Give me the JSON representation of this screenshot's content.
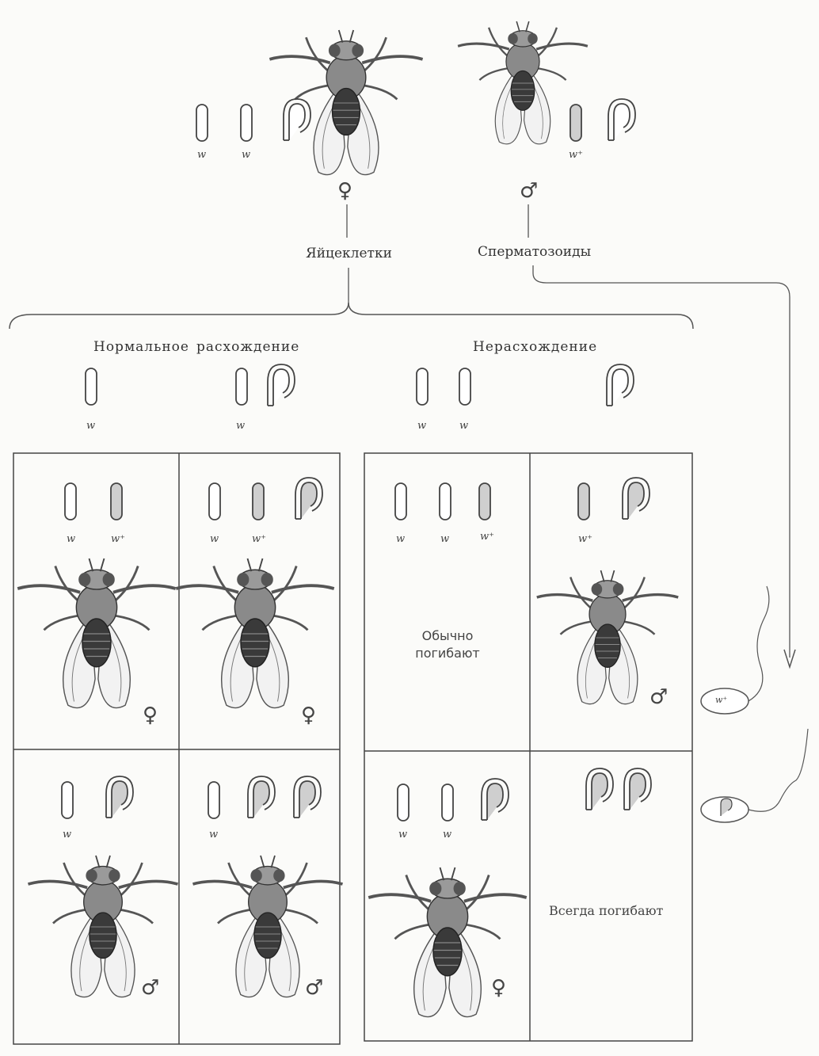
{
  "labels": {
    "eggs": "Яйцеклетки",
    "sperm": "Сперматозоиды",
    "normal_word1": "Нормальное",
    "normal_word2": "расхождение",
    "nondisjunction": "Нерасхождение",
    "usually_die_1": "Обычно",
    "usually_die_2": "погибают",
    "always_die": "Всегда погибают"
  },
  "symbols": {
    "female": "♀",
    "male": "♂",
    "w": "w",
    "w_plus": "w⁺"
  },
  "colors": {
    "line": "#4a4a4a",
    "fly_body": "#6b6b6b",
    "fly_abdomen": "#2e2e2e",
    "chromosome_fill_plus": "#c9c9c9"
  }
}
